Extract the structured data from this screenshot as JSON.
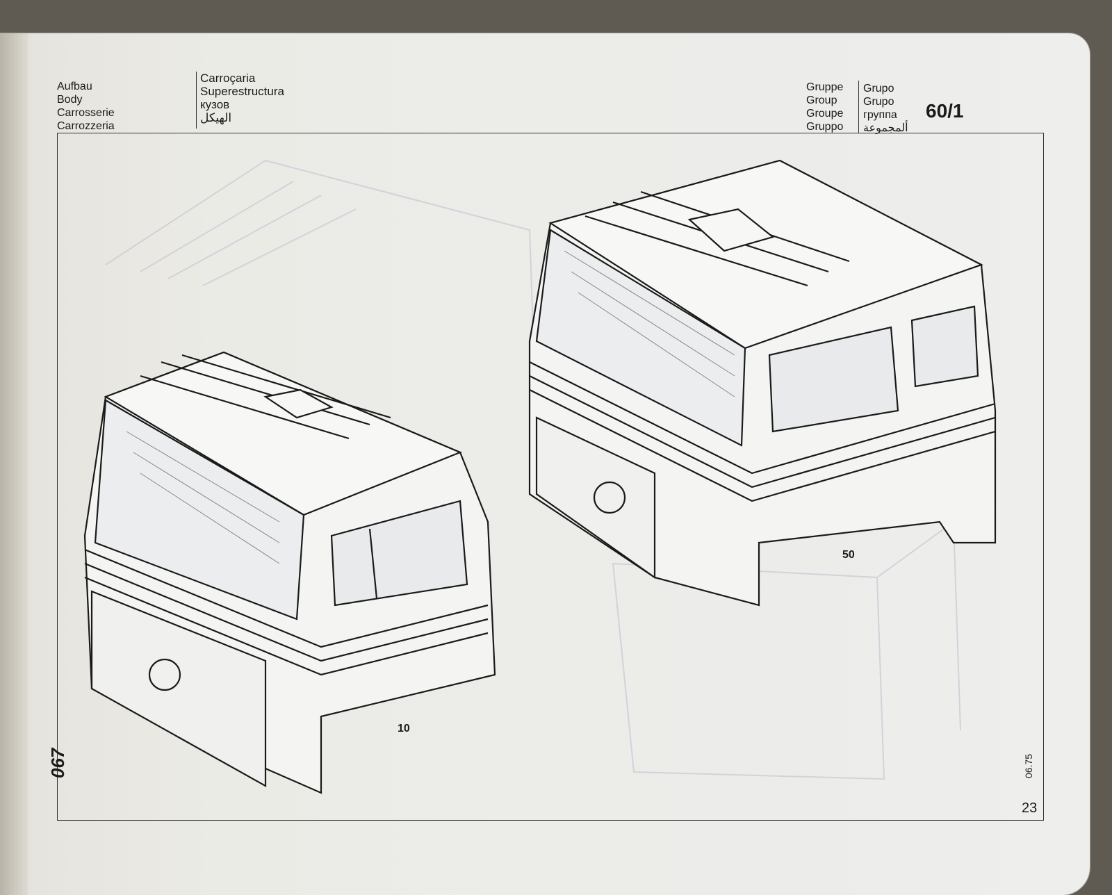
{
  "header": {
    "left_lines": [
      "Aufbau",
      "Body",
      "Carrosserie",
      "Carrozzeria"
    ],
    "middle_lines": [
      "Carroçaria",
      "Superestructura",
      "кузов",
      "الهيكل"
    ],
    "group_words_left": [
      "Gruppe",
      "Group",
      "Groupe",
      "Gruppo"
    ],
    "group_words_right": [
      "Grupo",
      "Grupo",
      "группа",
      "ألمجموعة"
    ],
    "group_number": "60/1"
  },
  "figure": {
    "label_small_cab": "10",
    "label_large_cab": "50"
  },
  "footer": {
    "side_code": "067",
    "date": "06.75",
    "page_number": "23"
  }
}
